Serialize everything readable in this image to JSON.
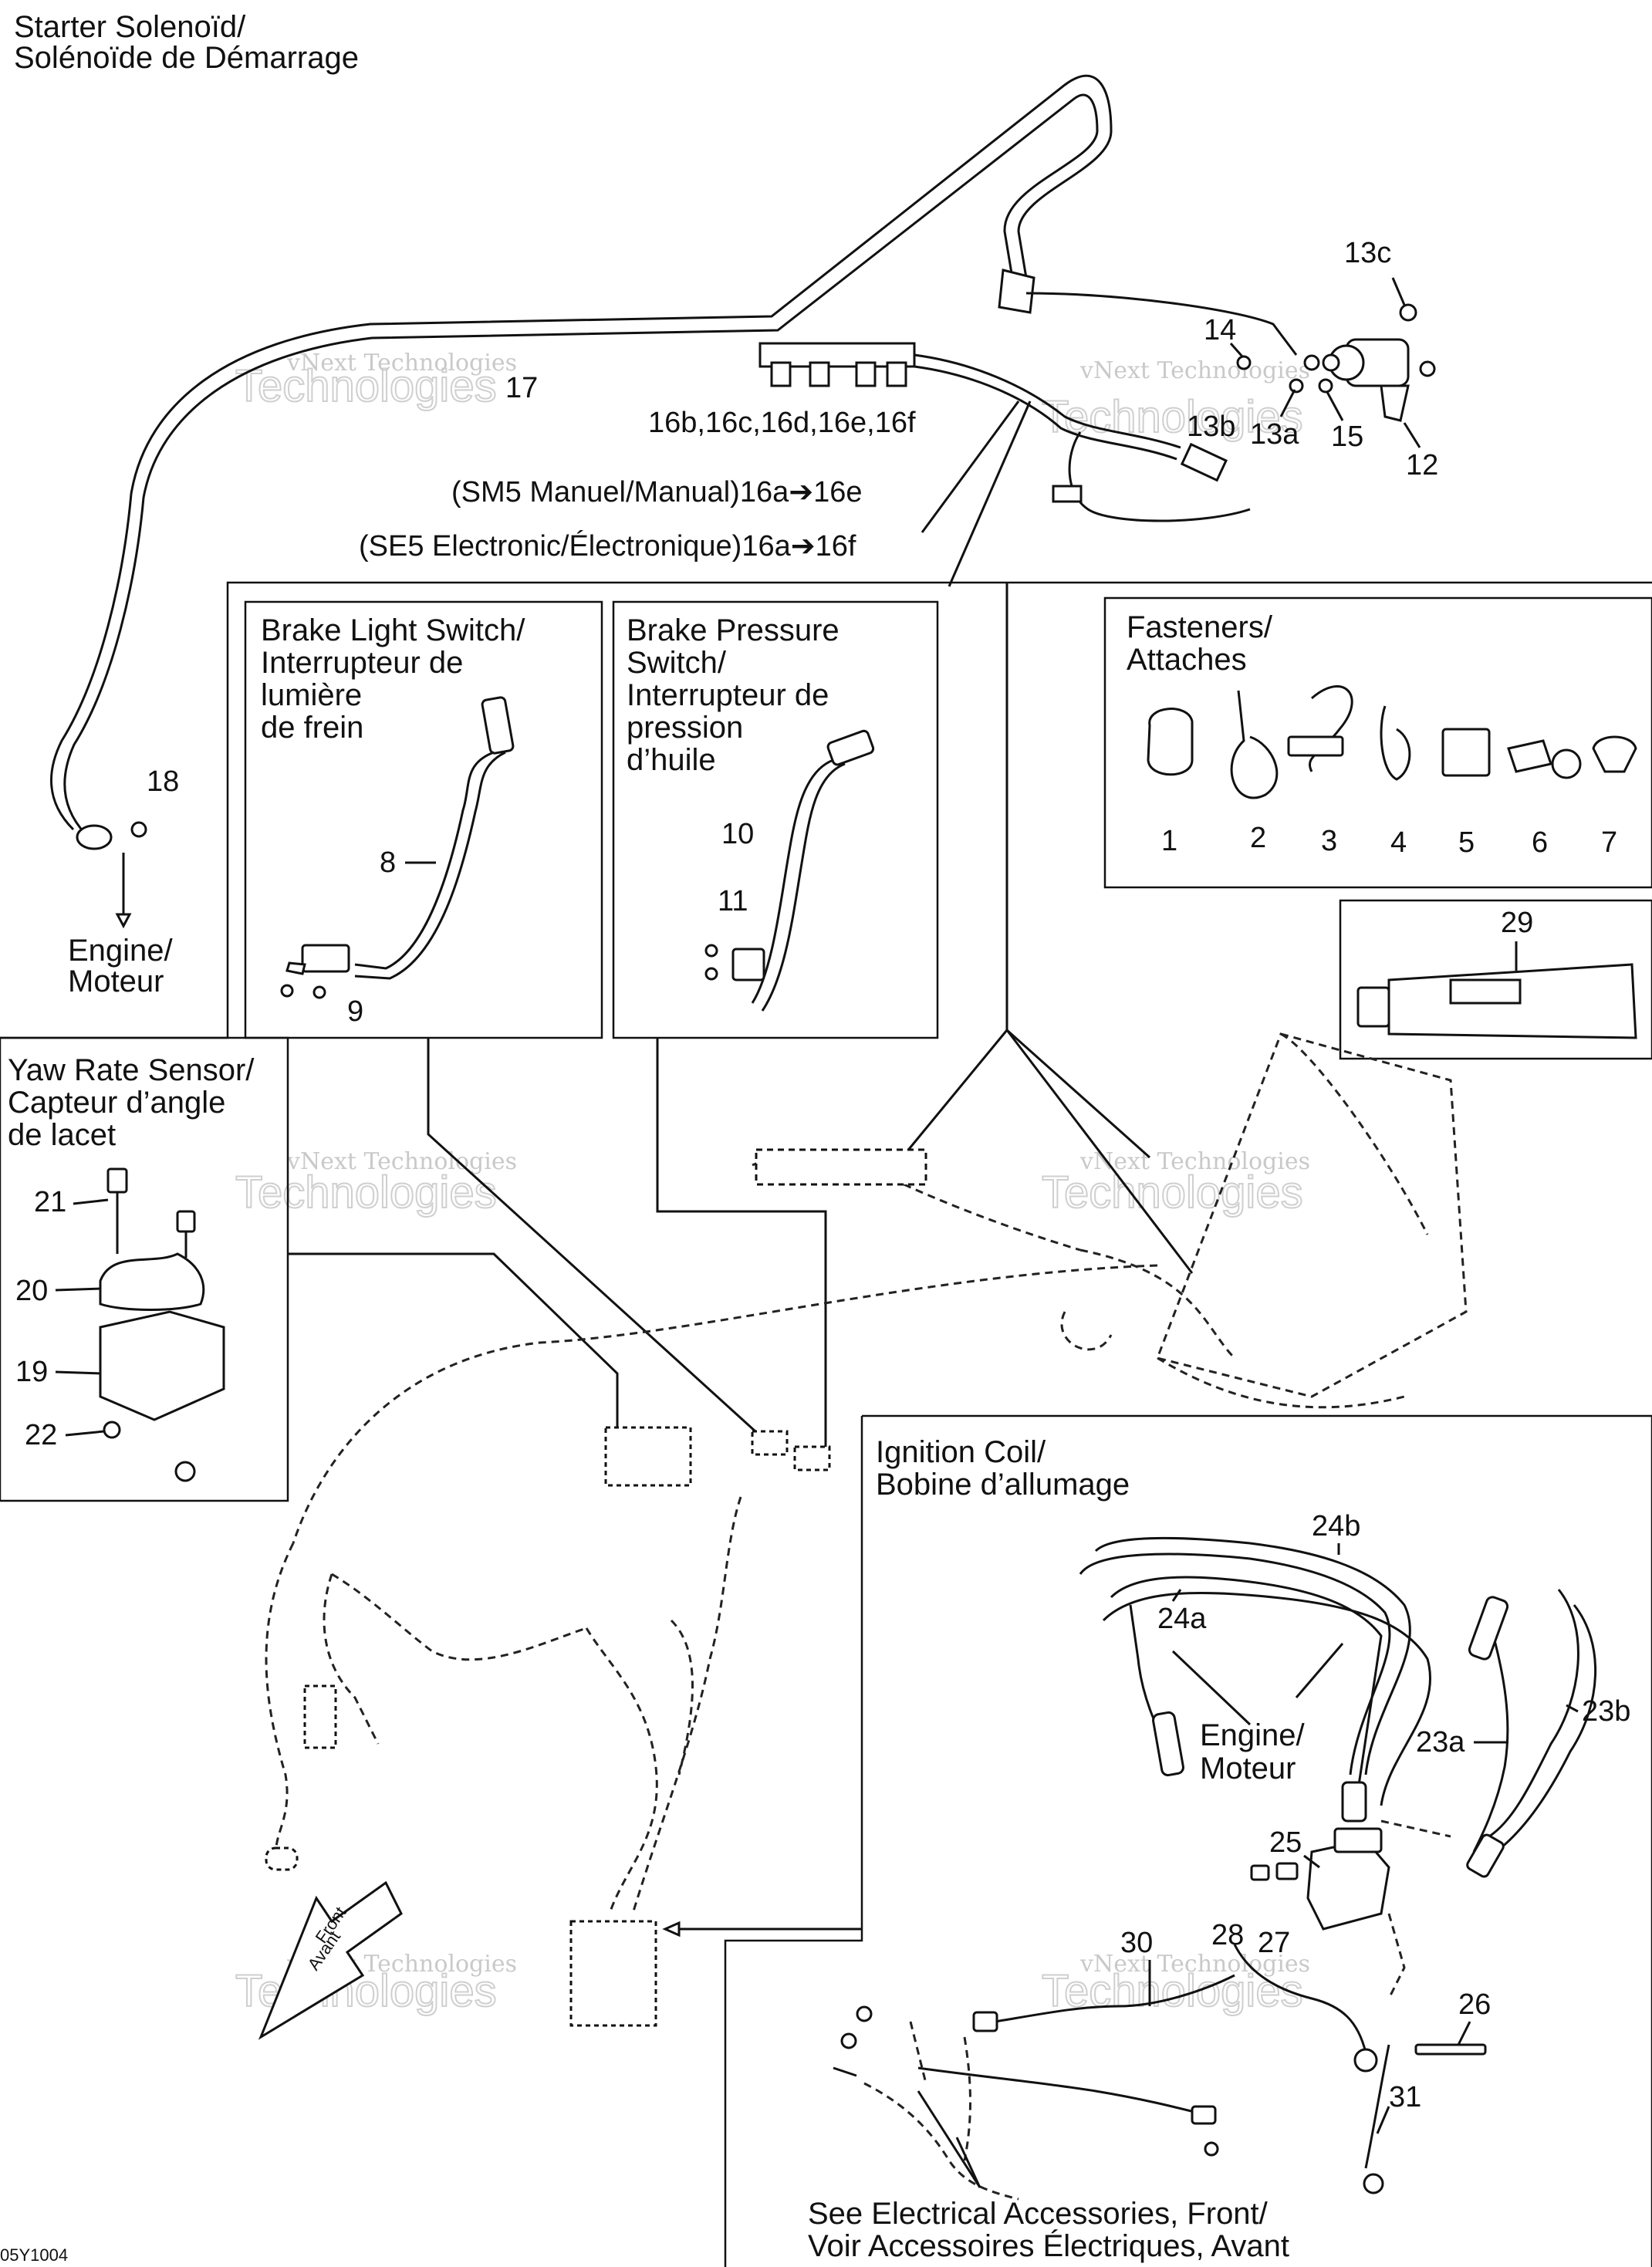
{
  "sections": {
    "starter_solenoid": {
      "title_line1": "Starter Solenoïd/",
      "title_line2": "Solénoïde de Démarrage"
    },
    "brake_light_switch": {
      "title_lines": [
        "Brake Light Switch/",
        "Interrupteur de",
        "lumière",
        "de frein"
      ]
    },
    "brake_pressure_switch": {
      "title_lines": [
        "Brake Pressure",
        "Switch/",
        "Interrupteur de",
        "pression",
        "d’huile"
      ]
    },
    "fasteners": {
      "title_lines": [
        "Fasteners/",
        "Attaches"
      ]
    },
    "yaw_rate_sensor": {
      "title_lines": [
        "Yaw Rate Sensor/",
        "Capteur d’angle",
        "de lacet"
      ]
    },
    "ignition_coil": {
      "title_lines": [
        "Ignition Coil/",
        "Bobine d’allumage"
      ]
    }
  },
  "labels": {
    "engine_top": [
      "Engine/",
      "Moteur"
    ],
    "engine_coil": [
      "Engine/",
      "Moteur"
    ],
    "sm5": "(SM5 Manuel/Manual)16a➔16e",
    "se5": "(SE5 Electronic/Électronique)16a➔16f",
    "harness": "16b,16c,16d,16e,16f",
    "see_accessories": [
      "See Electrical Accessories, Front/",
      "Voir Accessoires Électriques, Avant"
    ],
    "front_arrow": [
      "Front",
      "Avant"
    ],
    "figure_id": "05Y1004"
  },
  "callouts": {
    "c1": "1",
    "c2": "2",
    "c3": "3",
    "c4": "4",
    "c5": "5",
    "c6": "6",
    "c7": "7",
    "c8": "8",
    "c9": "9",
    "c10": "10",
    "c11": "11",
    "c12": "12",
    "c13a": "13a",
    "c13b": "13b",
    "c13c": "13c",
    "c14": "14",
    "c15": "15",
    "c17": "17",
    "c18": "18",
    "c19": "19",
    "c20": "20",
    "c21": "21",
    "c22": "22",
    "c23a": "23a",
    "c23b": "23b",
    "c24a": "24a",
    "c24b": "24b",
    "c25": "25",
    "c26": "26",
    "c27": "27",
    "c28": "28",
    "c29": "29",
    "c30": "30",
    "c31": "31"
  },
  "watermark": {
    "line1": "vNext Technologies",
    "line2": "Technologies",
    "line3": "vNext"
  }
}
